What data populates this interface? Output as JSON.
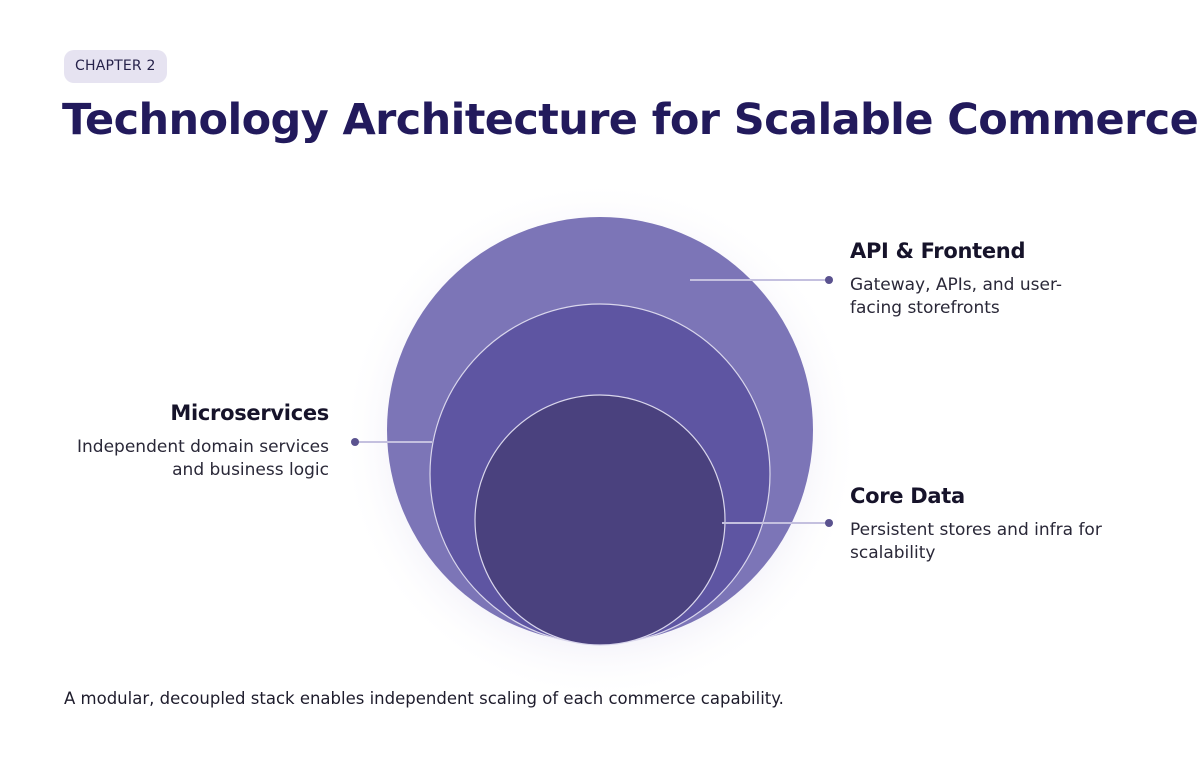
{
  "chapter_label": "CHAPTER 2",
  "title": "Technology Architecture for Scalable Commerce",
  "layers": [
    {
      "name": "API & Frontend",
      "description": "Gateway, APIs, and user-facing storefronts",
      "color": "#7c75b7"
    },
    {
      "name": "Microservices",
      "description": "Independent domain services and business logic",
      "color": "#5e55a2"
    },
    {
      "name": "Core Data",
      "description": "Persistent stores and infra for scalability",
      "color": "#4a417e"
    }
  ],
  "caption": "A modular, decoupled stack enables independent scaling of each commerce capability.",
  "colors": {
    "title": "#221a5c",
    "chip_background": "#e6e3f1",
    "connector": "#b8b3d6",
    "dot": "#5a528f"
  }
}
